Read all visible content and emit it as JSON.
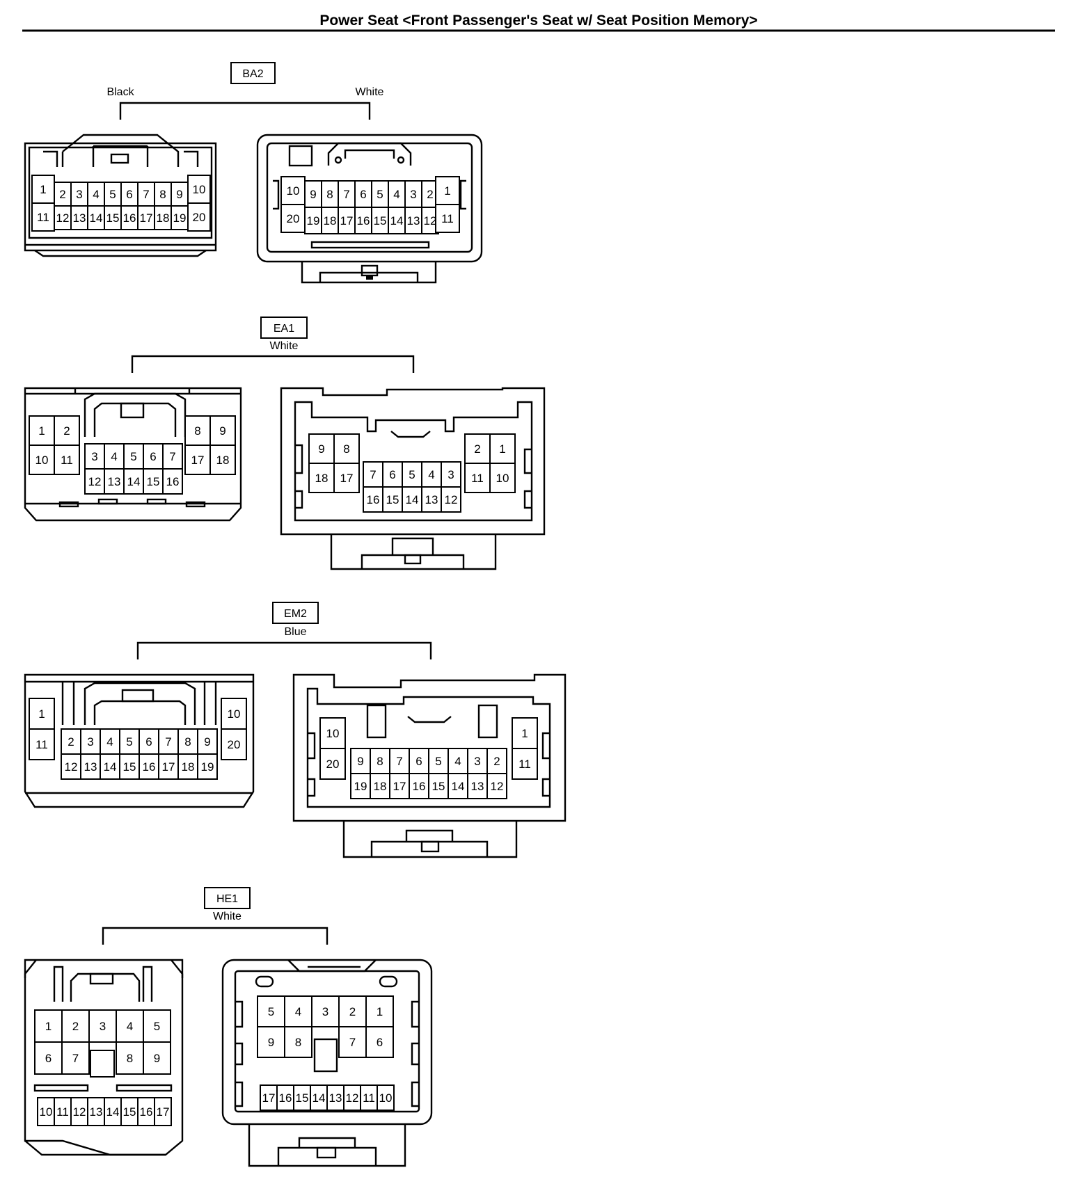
{
  "title": "Power Seat <Front Passenger's Seat w/ Seat Position Memory>",
  "connectors": [
    {
      "id": "BA2",
      "colors": [
        "Black",
        "White"
      ],
      "left_pins": {
        "top": [
          "2",
          "3",
          "4",
          "5",
          "6",
          "7",
          "8",
          "9"
        ],
        "bottom": [
          "12",
          "13",
          "14",
          "15",
          "16",
          "17",
          "18",
          "19"
        ],
        "side_left": [
          "1",
          "11"
        ],
        "side_right": [
          "10",
          "20"
        ]
      },
      "right_pins": {
        "top": [
          "9",
          "8",
          "7",
          "6",
          "5",
          "4",
          "3",
          "2"
        ],
        "bottom": [
          "19",
          "18",
          "17",
          "16",
          "15",
          "14",
          "13",
          "12"
        ],
        "side_left": [
          "10",
          "20"
        ],
        "side_right": [
          "1",
          "11"
        ]
      }
    },
    {
      "id": "EA1",
      "colors": [
        "White"
      ],
      "left_pins": {
        "left_top": [
          "1",
          "2"
        ],
        "left_bottom": [
          "10",
          "11"
        ],
        "mid_top": [
          "3",
          "4",
          "5",
          "6",
          "7"
        ],
        "mid_bottom": [
          "12",
          "13",
          "14",
          "15",
          "16"
        ],
        "right_top": [
          "8",
          "9"
        ],
        "right_bottom": [
          "17",
          "18"
        ]
      },
      "right_pins": {
        "left_top": [
          "9",
          "8"
        ],
        "left_bottom": [
          "18",
          "17"
        ],
        "mid_top": [
          "7",
          "6",
          "5",
          "4",
          "3"
        ],
        "mid_bottom": [
          "16",
          "15",
          "14",
          "13",
          "12"
        ],
        "right_top": [
          "2",
          "1"
        ],
        "right_bottom": [
          "11",
          "10"
        ]
      }
    },
    {
      "id": "EM2",
      "colors": [
        "Blue"
      ],
      "left_pins": {
        "top": [
          "2",
          "3",
          "4",
          "5",
          "6",
          "7",
          "8",
          "9"
        ],
        "bottom": [
          "12",
          "13",
          "14",
          "15",
          "16",
          "17",
          "18",
          "19"
        ],
        "side_left": [
          "1",
          "11"
        ],
        "side_right": [
          "10",
          "20"
        ]
      },
      "right_pins": {
        "top": [
          "9",
          "8",
          "7",
          "6",
          "5",
          "4",
          "3",
          "2"
        ],
        "bottom": [
          "19",
          "18",
          "17",
          "16",
          "15",
          "14",
          "13",
          "12"
        ],
        "side_left": [
          "10",
          "20"
        ],
        "side_right": [
          "1",
          "11"
        ]
      }
    },
    {
      "id": "HE1",
      "colors": [
        "White"
      ],
      "left_pins": {
        "row1": [
          "1",
          "2",
          "3",
          "4",
          "5"
        ],
        "row2": [
          "6",
          "7",
          "",
          "8",
          "9"
        ],
        "row3": [
          "10",
          "11",
          "12",
          "13",
          "14",
          "15",
          "16",
          "17"
        ]
      },
      "right_pins": {
        "row1": [
          "5",
          "4",
          "3",
          "2",
          "1"
        ],
        "row2": [
          "9",
          "8",
          "",
          "7",
          "6"
        ],
        "row3": [
          "17",
          "16",
          "15",
          "14",
          "13",
          "12",
          "11",
          "10"
        ]
      }
    }
  ]
}
